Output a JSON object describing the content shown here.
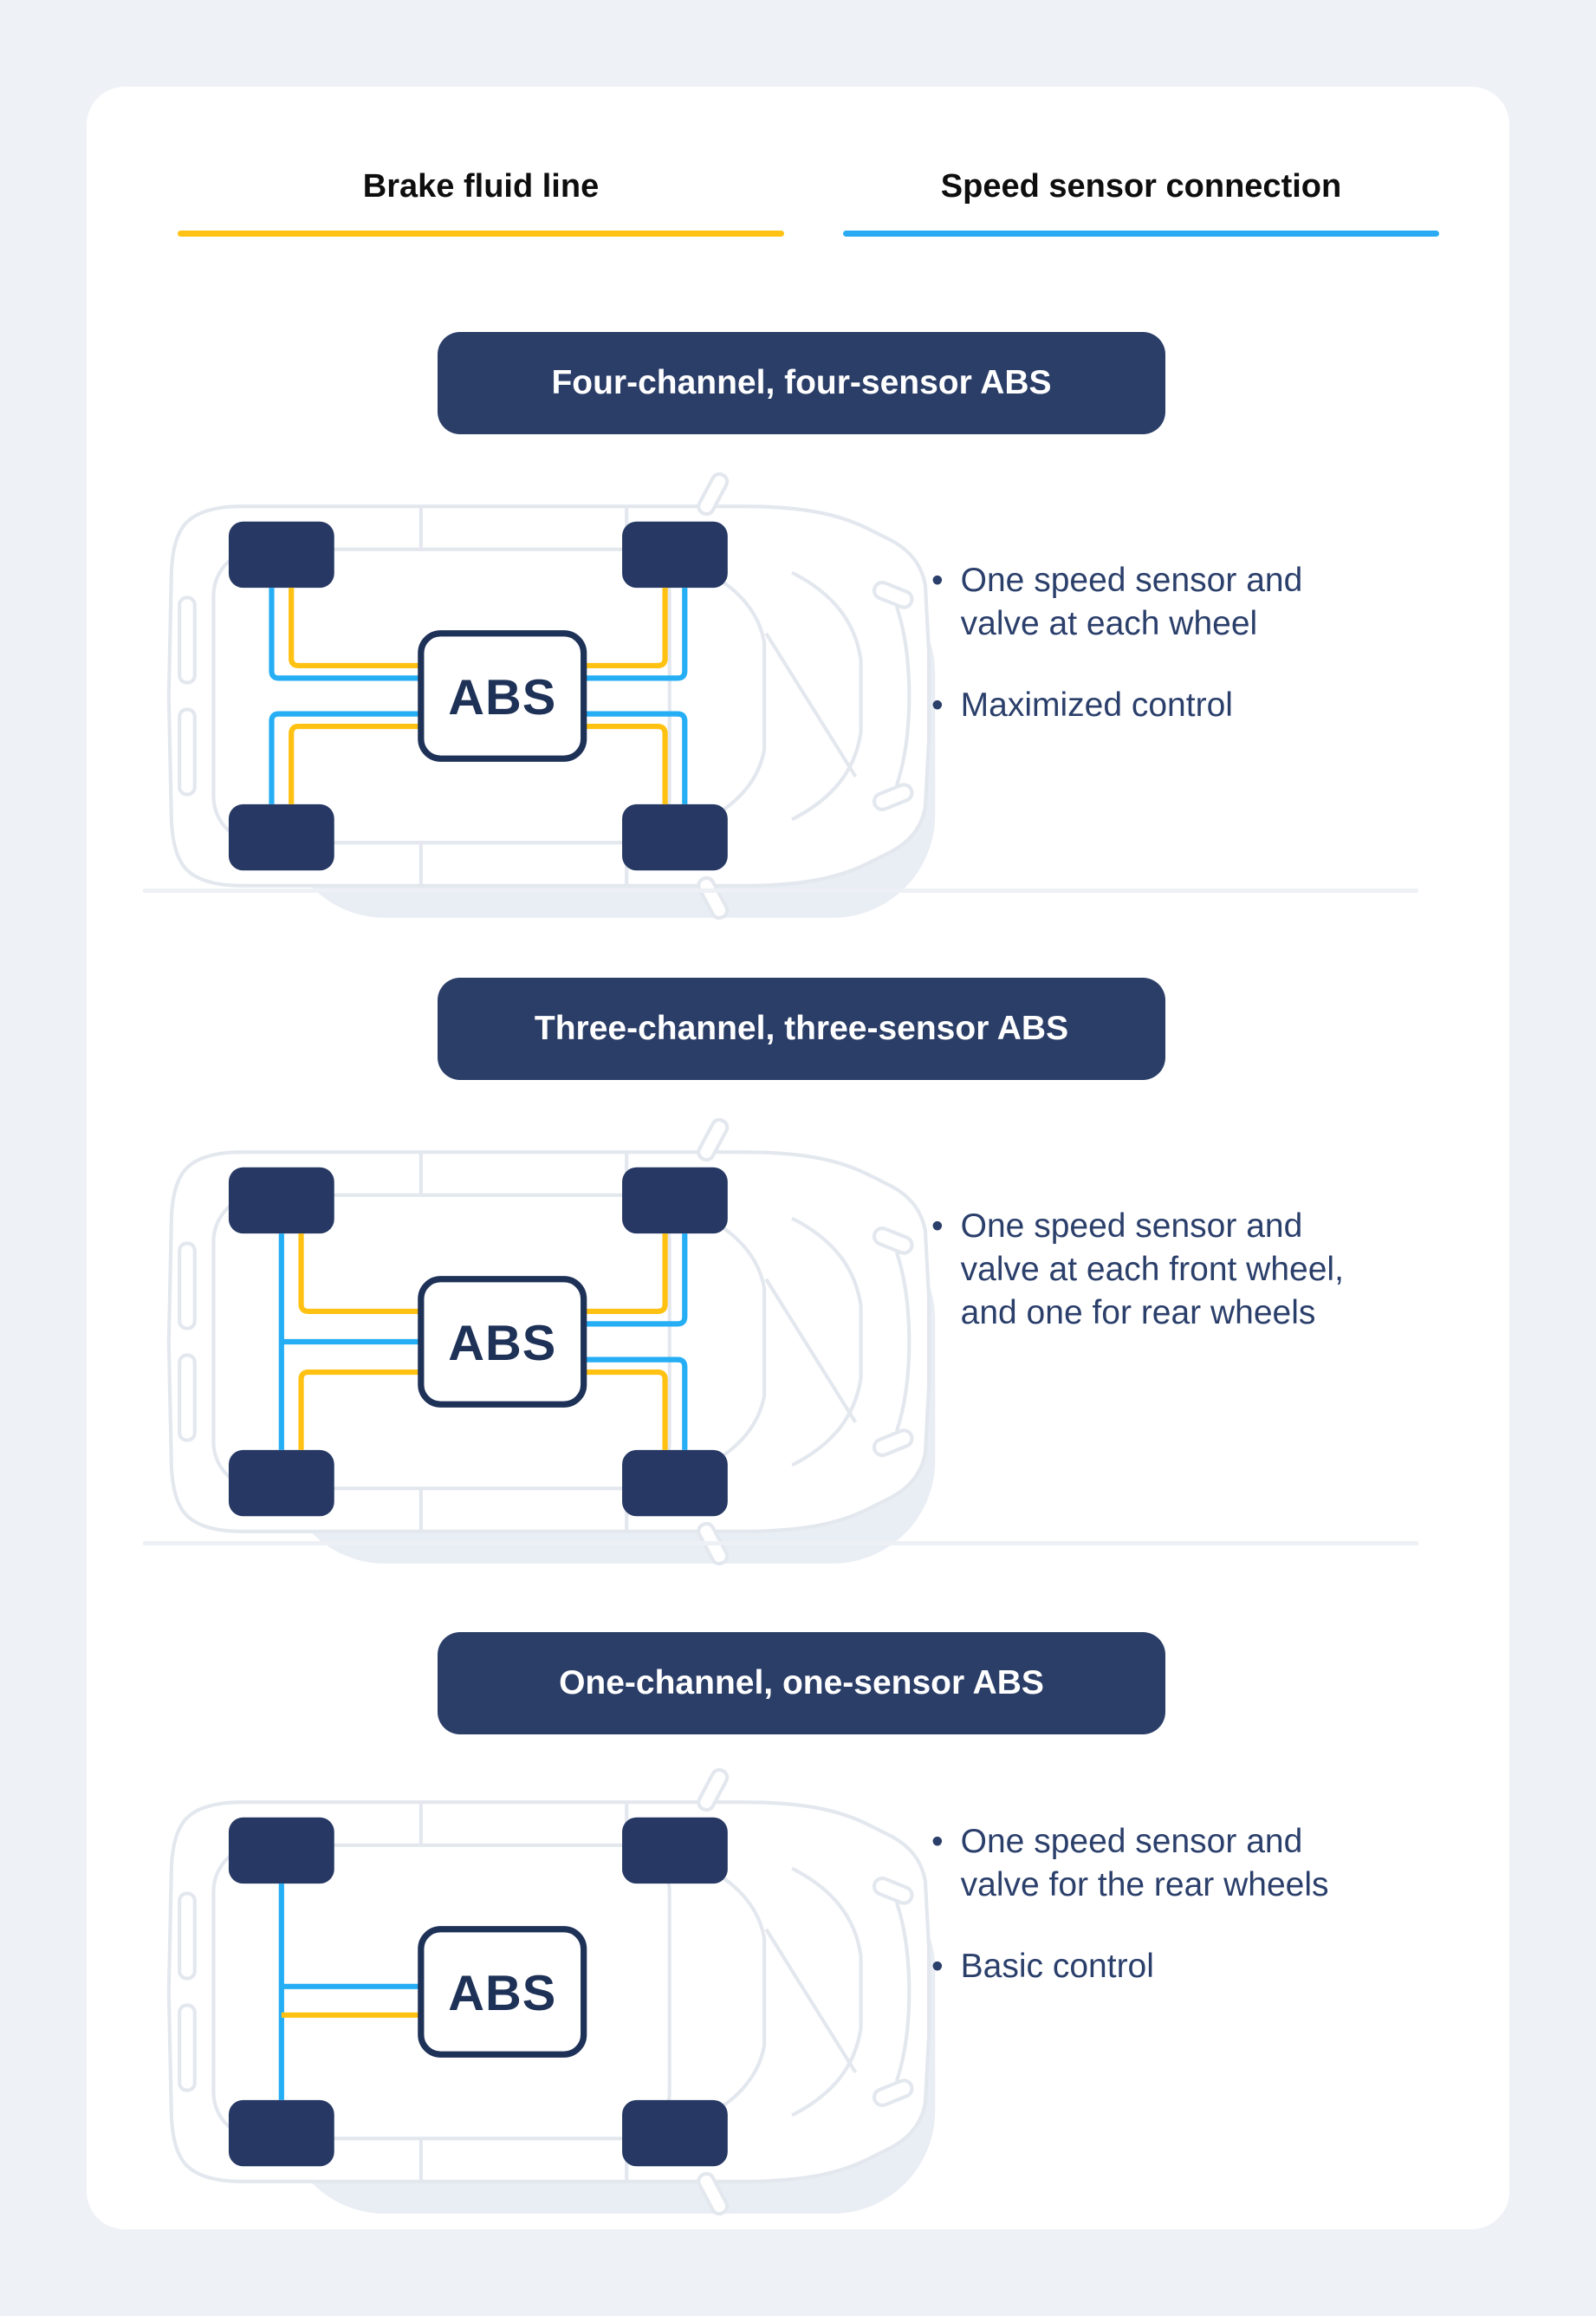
{
  "legend": {
    "brake_fluid": {
      "label": "Brake fluid line",
      "color": "#ffc112"
    },
    "speed_sensor": {
      "label": "Speed sensor connection",
      "color": "#29aaf2"
    }
  },
  "abs_box_label": "ABS",
  "colors": {
    "page_background": "#eef1f6",
    "card_background": "#ffffff",
    "badge_navy": "#2b3e68",
    "wheel_navy": "#263863",
    "bullet_text_navy": "#2b3f6b",
    "brake_fluid_yellow": "#ffc112",
    "speed_sensor_blue": "#26aef5"
  },
  "sections": [
    {
      "title": "Four-channel, four-sensor ABS",
      "diagram": "four-channel-four-sensor",
      "bullets": [
        {
          "lines": [
            "One speed sensor and",
            "valve at each wheel"
          ]
        },
        {
          "lines": [
            "Maximized control"
          ]
        }
      ]
    },
    {
      "title": "Three-channel, three-sensor ABS",
      "diagram": "three-channel-three-sensor",
      "bullets": [
        {
          "lines": [
            "One speed sensor and",
            "valve at each front wheel,",
            "and one for rear wheels"
          ]
        }
      ]
    },
    {
      "title": "One-channel, one-sensor ABS",
      "diagram": "one-channel-one-sensor",
      "bullets": [
        {
          "lines": [
            "One speed sensor and",
            "valve for the rear wheels"
          ]
        },
        {
          "lines": [
            "Basic control"
          ]
        }
      ]
    }
  ]
}
